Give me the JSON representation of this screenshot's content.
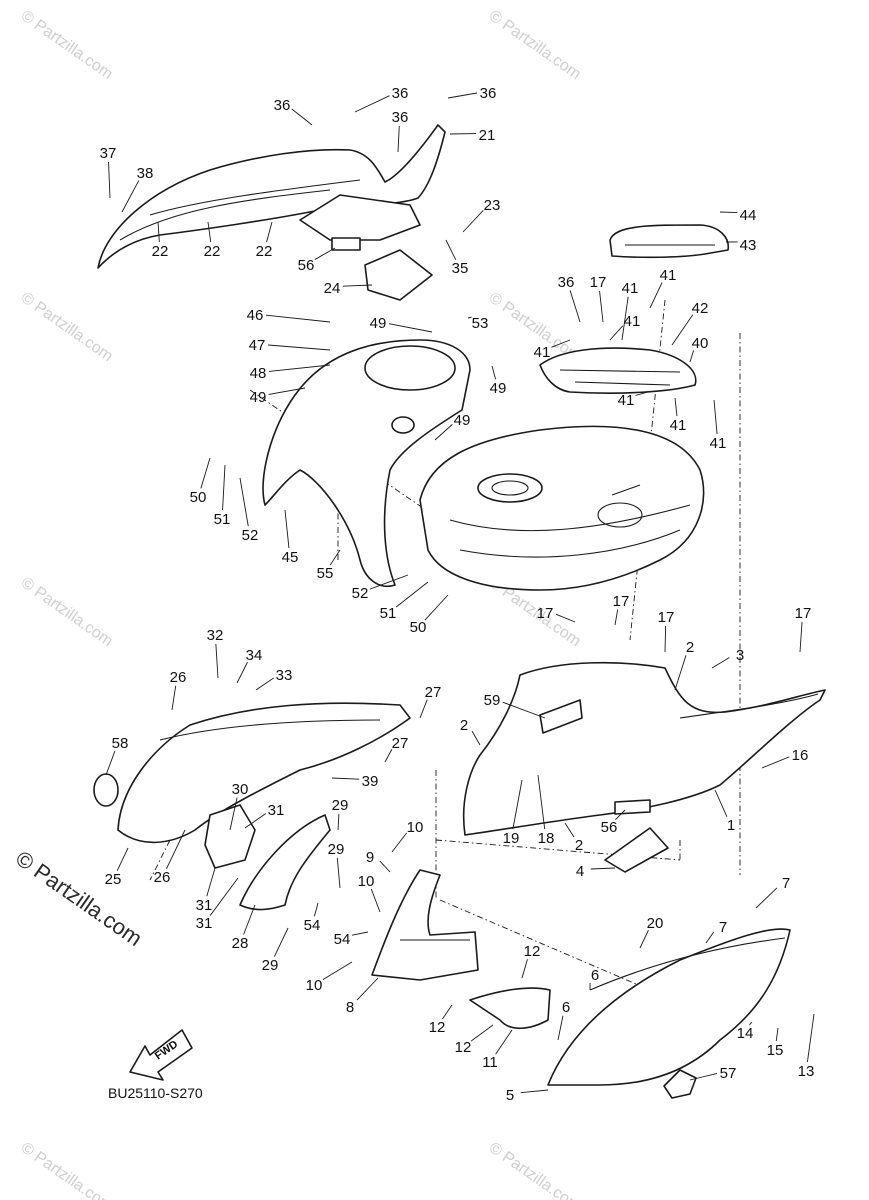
{
  "watermark": "© Partzilla.com",
  "diagram_code": "BU25110-S270",
  "fwd_label": "FWD",
  "callouts": [
    {
      "n": "36"
    },
    {
      "n": "36"
    },
    {
      "n": "36"
    },
    {
      "n": "36"
    },
    {
      "n": "21"
    },
    {
      "n": "37"
    },
    {
      "n": "38"
    },
    {
      "n": "22"
    },
    {
      "n": "22"
    },
    {
      "n": "22"
    },
    {
      "n": "23"
    },
    {
      "n": "35"
    },
    {
      "n": "56"
    },
    {
      "n": "24"
    },
    {
      "n": "44"
    },
    {
      "n": "43"
    },
    {
      "n": "46"
    },
    {
      "n": "47"
    },
    {
      "n": "48"
    },
    {
      "n": "49"
    },
    {
      "n": "49"
    },
    {
      "n": "53"
    },
    {
      "n": "49"
    },
    {
      "n": "49"
    },
    {
      "n": "36"
    },
    {
      "n": "17"
    },
    {
      "n": "41"
    },
    {
      "n": "41"
    },
    {
      "n": "41"
    },
    {
      "n": "42"
    },
    {
      "n": "41"
    },
    {
      "n": "40"
    },
    {
      "n": "41"
    },
    {
      "n": "41"
    },
    {
      "n": "41"
    },
    {
      "n": "50"
    },
    {
      "n": "51"
    },
    {
      "n": "52"
    },
    {
      "n": "45"
    },
    {
      "n": "55"
    },
    {
      "n": "52"
    },
    {
      "n": "51"
    },
    {
      "n": "50"
    },
    {
      "n": "17"
    },
    {
      "n": "17"
    },
    {
      "n": "17"
    },
    {
      "n": "17"
    },
    {
      "n": "2"
    },
    {
      "n": "3"
    },
    {
      "n": "32"
    },
    {
      "n": "34"
    },
    {
      "n": "33"
    },
    {
      "n": "26"
    },
    {
      "n": "27"
    },
    {
      "n": "27"
    },
    {
      "n": "39"
    },
    {
      "n": "58"
    },
    {
      "n": "30"
    },
    {
      "n": "31"
    },
    {
      "n": "29"
    },
    {
      "n": "29"
    },
    {
      "n": "25"
    },
    {
      "n": "26"
    },
    {
      "n": "31"
    },
    {
      "n": "31"
    },
    {
      "n": "28"
    },
    {
      "n": "54"
    },
    {
      "n": "29"
    },
    {
      "n": "59"
    },
    {
      "n": "2"
    },
    {
      "n": "16"
    },
    {
      "n": "19"
    },
    {
      "n": "18"
    },
    {
      "n": "2"
    },
    {
      "n": "56"
    },
    {
      "n": "1"
    },
    {
      "n": "4"
    },
    {
      "n": "10"
    },
    {
      "n": "9"
    },
    {
      "n": "10"
    },
    {
      "n": "54"
    },
    {
      "n": "10"
    },
    {
      "n": "8"
    },
    {
      "n": "7"
    },
    {
      "n": "7"
    },
    {
      "n": "20"
    },
    {
      "n": "12"
    },
    {
      "n": "6"
    },
    {
      "n": "6"
    },
    {
      "n": "12"
    },
    {
      "n": "12"
    },
    {
      "n": "11"
    },
    {
      "n": "14"
    },
    {
      "n": "15"
    },
    {
      "n": "13"
    },
    {
      "n": "5"
    },
    {
      "n": "57"
    }
  ]
}
